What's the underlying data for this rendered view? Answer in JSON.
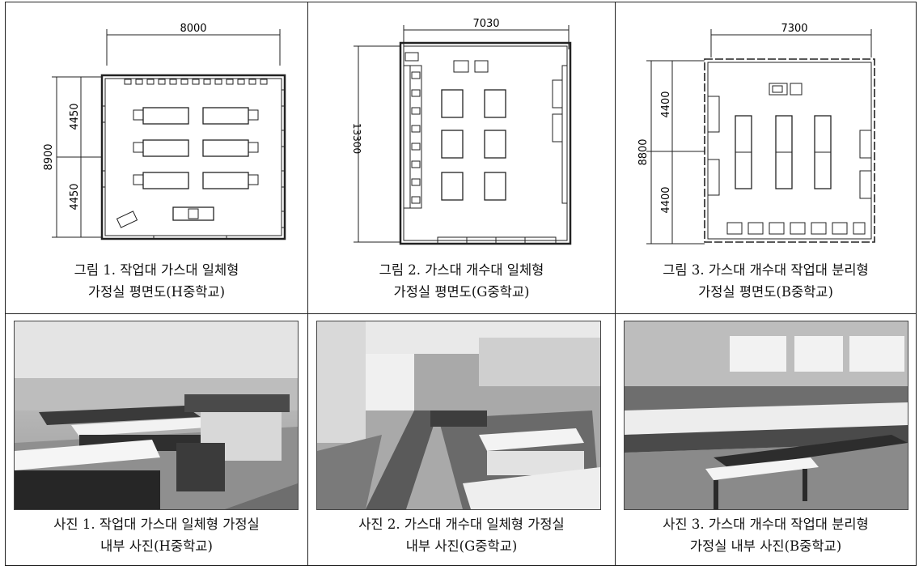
{
  "figures": [
    {
      "dim_top": "8000",
      "dim_left_total": "8900",
      "dim_left_upper": "4450",
      "dim_left_lower": "4450",
      "caption_line1": "그림 1. 작업대 가스대 일체형",
      "caption_line2": "가정실 평면도(H중학교)"
    },
    {
      "dim_top": "7030",
      "dim_left_total": "13300",
      "caption_line1": "그림 2. 가스대 개수대 일체형",
      "caption_line2": "가정실 평면도(G중학교)"
    },
    {
      "dim_top": "7300",
      "dim_left_total": "8800",
      "dim_left_upper": "4400",
      "dim_left_lower": "4400",
      "caption_line1": "그림 3. 가스대 개수대 작업대 분리형",
      "caption_line2": "가정실 평면도(B중학교)"
    }
  ],
  "photos": [
    {
      "caption_line1": "사진 1. 작업대 가스대 일체형 가정실",
      "caption_line2": "내부 사진(H중학교)"
    },
    {
      "caption_line1": "사진 2. 가스대 개수대 일체형 가정실",
      "caption_line2": "내부 사진(G중학교)"
    },
    {
      "caption_line1": "사진 3. 가스대 개수대 작업대 분리형",
      "caption_line2": "가정실 내부 사진(B중학교)"
    }
  ]
}
